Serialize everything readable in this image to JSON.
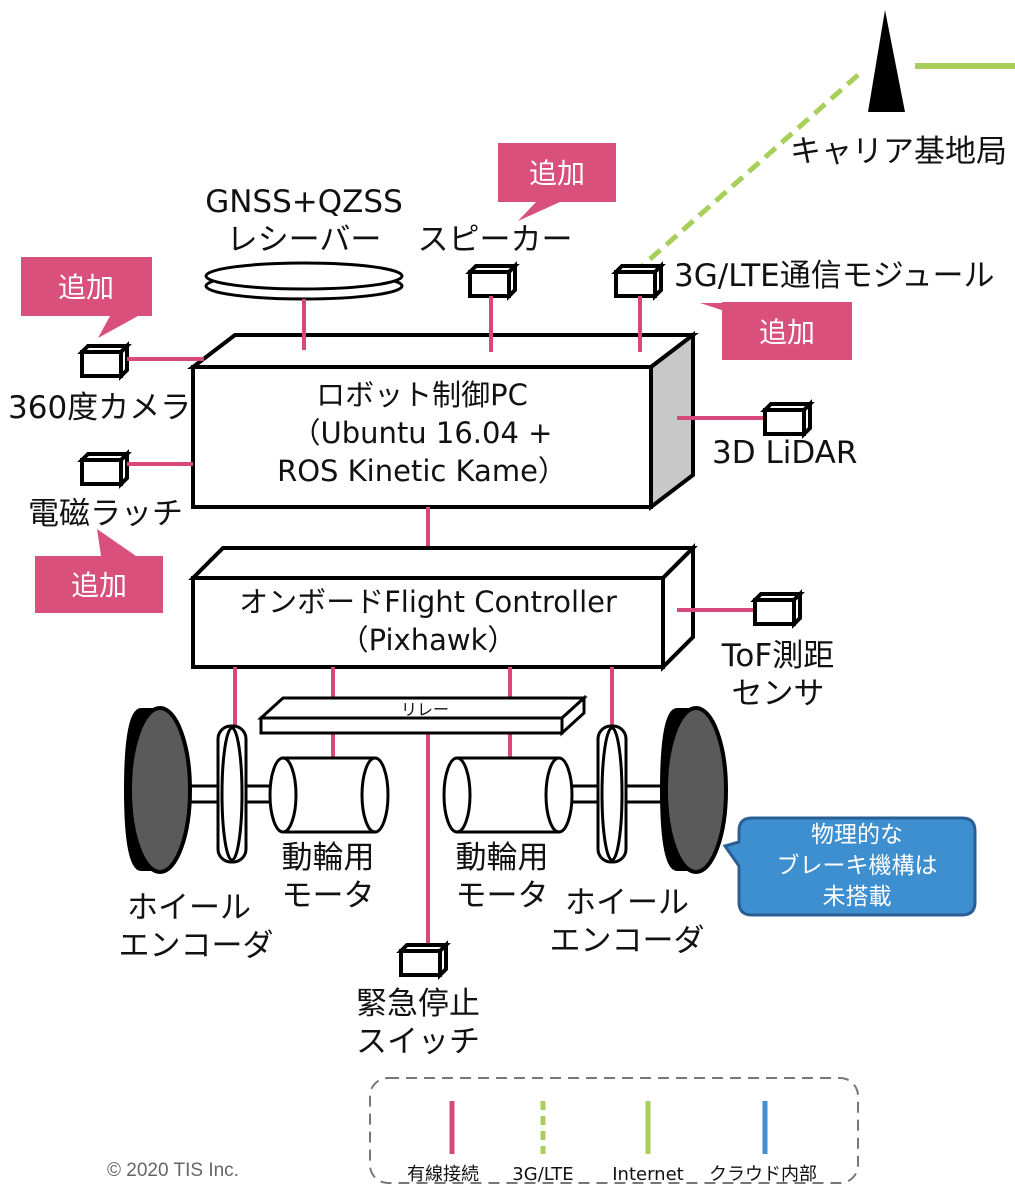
{
  "colors": {
    "wired": "#d6497a",
    "lte": "#a8cf5a",
    "internet": "#a8cf5a",
    "cloud": "#3f8fd2",
    "tag_fill": "#d9507d",
    "callout_fill": "#3e8fd0",
    "device_side": "#c8c8c8"
  },
  "tower": {
    "label": "キャリア基地局"
  },
  "receiver": {
    "line1": "GNSS+QZSS",
    "line2": "レシーバー"
  },
  "speaker": {
    "label": "スピーカー"
  },
  "lte_module": {
    "label": "3G/LTE通信モジュール"
  },
  "camera": {
    "label": "360度カメラ"
  },
  "latch": {
    "label": "電磁ラッチ"
  },
  "lidar": {
    "label": "3D LiDAR"
  },
  "robot_pc": {
    "line1": "ロボット制御PC",
    "line2": "（Ubuntu 16.04 +",
    "line3": "ROS Kinetic Kame）"
  },
  "flight_controller": {
    "line1": "オンボードFlight Controller",
    "line2": "（Pixhawk）"
  },
  "tof": {
    "line1": "ToF測距",
    "line2": "センサ"
  },
  "relay": {
    "label": "リレー"
  },
  "motor_left": {
    "line1": "動輪用",
    "line2": "モータ"
  },
  "motor_right": {
    "line1": "動輪用",
    "line2": "モータ"
  },
  "encoder_left": {
    "line1": "ホイール",
    "line2": "エンコーダ"
  },
  "encoder_right": {
    "line1": "ホイール",
    "line2": "エンコーダ"
  },
  "estop": {
    "line1": "緊急停止",
    "line2": "スイッチ"
  },
  "brake_callout": {
    "line1": "物理的な",
    "line2": "ブレーキ機構は",
    "line3": "未搭載"
  },
  "added_tags": [
    "追加",
    "追加",
    "追加",
    "追加"
  ],
  "legend": {
    "items": [
      {
        "label": "有線接続",
        "style": "wired"
      },
      {
        "label": "3G/LTE",
        "style": "lte"
      },
      {
        "label": "Internet",
        "style": "internet"
      },
      {
        "label": "クラウド内部",
        "style": "cloud"
      }
    ]
  },
  "copyright": "© 2020 TIS Inc."
}
